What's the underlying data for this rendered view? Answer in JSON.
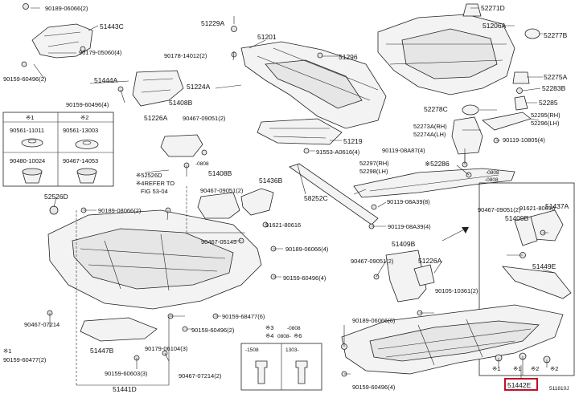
{
  "labels": {
    "p90189_06066_top": "90189-06066(2)",
    "p51443c": "51443C",
    "p90179_05060": "90179-05060(4)",
    "p90159_60496_2": "90159-60496(2)",
    "p51444a": "51444A",
    "p90159_60496_4a": "90159-60496(4)",
    "p51229a": "51229A",
    "p51201": "51201",
    "p90178_14012": "90178-14012(2)",
    "p51296": "51296",
    "p51224a": "51224A",
    "p51408b": "51408B",
    "p51226a_l": "51226A",
    "p90467_09051_a": "90467-09051(2)",
    "p51219": "51219",
    "p91553_a0616": "91553-A0616(4)",
    "p52271d": "52271D",
    "p51206a": "51206A",
    "p52277b": "52277B",
    "p52275a": "52275A",
    "p52283b": "52283B",
    "p52285": "52285",
    "p52278c": "52278C",
    "p52295": "52295(RH)",
    "p52296": "52296(LH)",
    "p52273a": "52273A(RH)",
    "p52274a": "52274A(LH)",
    "p90119_08487": "90119-08A87(4)",
    "p90119_10805": "90119-10805(4)",
    "p52286": "※52286",
    "p52297": "52297(RH)",
    "p52298": "52298(LH)",
    "p0808_mid": "-0808",
    "p90119_08a39_8": "90119-08A39(8)",
    "p90119_08a39_4": "90119-08A39(4)",
    "p52252c": "58252C",
    "p52526d": "※52526D",
    "p_refer": "※4REFER TO",
    "p_fig": "FIG 53-04",
    "p52526d_b": "52526D",
    "p0808_l": "-0808",
    "p51408b_2": "51408B",
    "p51436b": "51436B",
    "p90467_09051_b": "90467-09051(2)",
    "p91621_80616_a": "91621-80616",
    "p90467_05145": "90467-05145",
    "p90189_06066_4": "90189-06066(4)",
    "p90159_60496_4b": "90159-60496(4)",
    "p90189_08066": "90189-08066(2)",
    "p90467_07214_a": "90467-07214",
    "p90159_60477": "90159-60477(2)",
    "p51447b": "51447B",
    "p90159_60603": "90159-60603(3)",
    "p51441d": "51441D",
    "p90159_68477": "90159-68477(6)",
    "p90159_60496_2b": "90159-60496(2)",
    "p90179_06104": "90179-06104(3)",
    "p90467_07214_2": "90467-07214(2)",
    "p51409b_mid": "51409B",
    "p90467_09051_c": "90467-09051(2)",
    "p51226a_r": "51226A",
    "p90105_10361": "90105-10361(2)",
    "p90189_06066_6": "90189-06066(6)",
    "p90159_60496_4c": "90159-60496(4)",
    "p0808_r": "-0808",
    "p91621_80616_b": "91621-80616",
    "p51409b_r": "51409B",
    "p90467_09051_d": "90467-09051(2)",
    "p51437a": "51437A",
    "p51449e": "51449E",
    "p51442e": "51442E",
    "p_ref1": "※1",
    "p_ref2": "※2",
    "p_ref2b": "※2",
    "p_ref1b": "※1",
    "p_ref3": "※3",
    "p_0808_b": "-0808",
    "p_ref4": "※4",
    "p_0808_c": "0808-",
    "p_ref6": "※6",
    "p_ref_l": "※1",
    "p_code": "511810J"
  },
  "legend": {
    "h1": "※1",
    "h2": "※2",
    "a1": "90561-11011",
    "a2": "90561-13003",
    "b1": "90480-10024",
    "b2": "90467-14053"
  },
  "inset": {
    "c1": "-1508",
    "c2": "1303-"
  }
}
